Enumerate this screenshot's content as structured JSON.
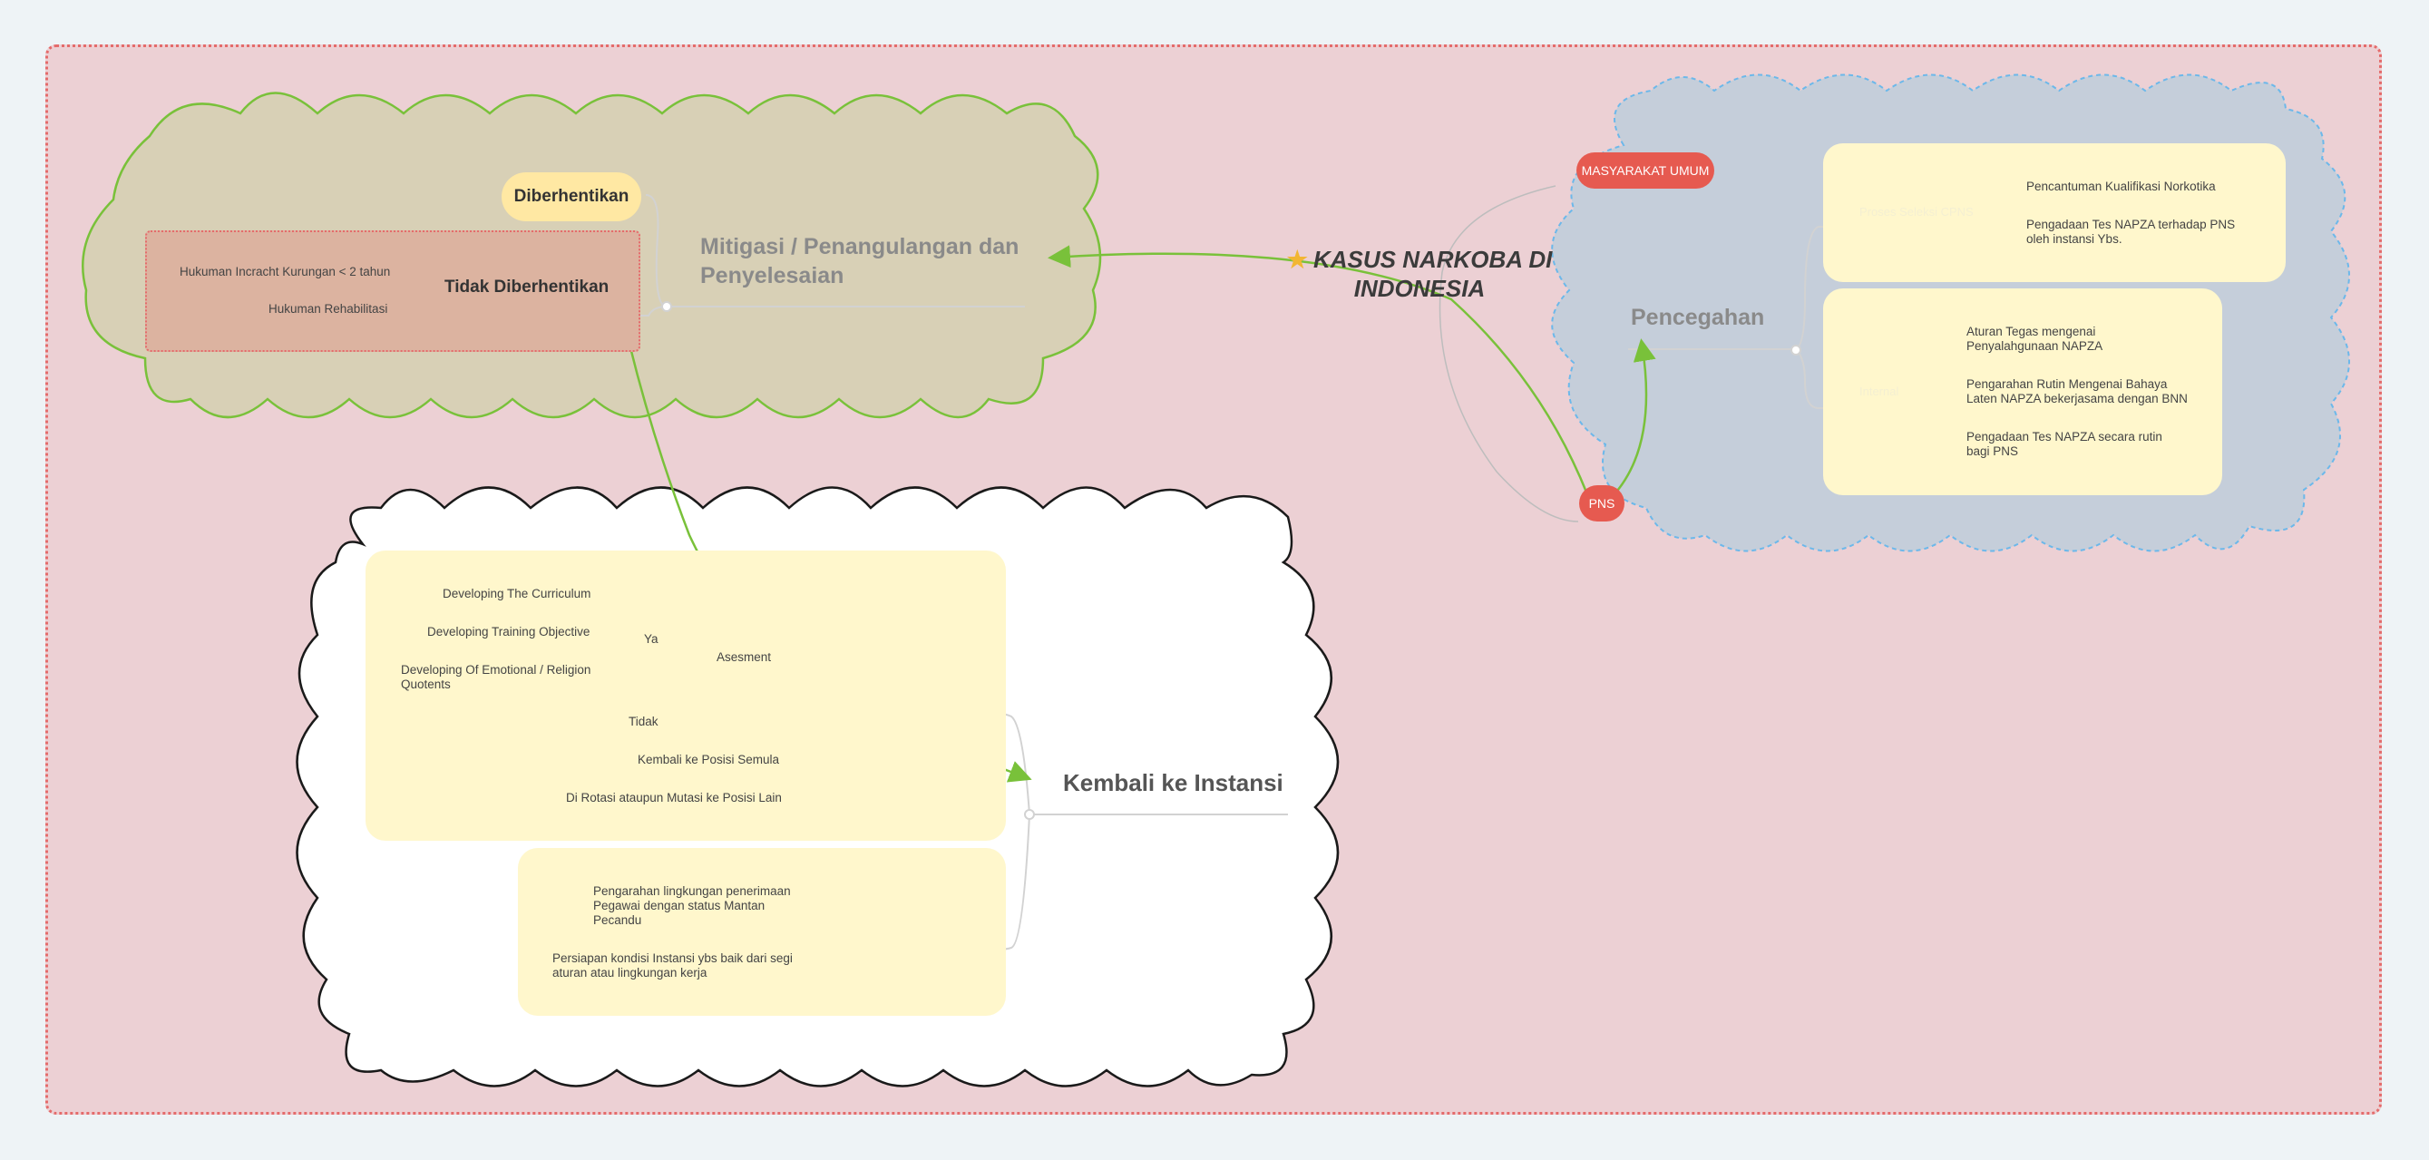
{
  "title": "KASUS NARKOBA DI INDONESIA",
  "title_icon": "star-icon",
  "colors": {
    "boundary": "#ecd0d4",
    "boundary_border": "#e46b6b",
    "cloud_green_fill": "#d8d0b6",
    "cloud_green_stroke": "#79c13a",
    "cloud_blue_fill": "#c5ceda",
    "cloud_blue_stroke": "#6cb8ea",
    "sticky_yellow": "#fff7cc",
    "pill_red": "#e65a50",
    "pill_yellow": "#ffe8a3",
    "arrow_green": "#79c13a"
  },
  "mitigasi": {
    "label": "Mitigasi / Penangulangan dan Penyelesaian",
    "diberhentikan": "Diberhentikan",
    "tidak_diberhentikan": "Tidak Diberhentikan",
    "items": [
      "Hukuman Incracht Kurungan < 2 tahun",
      "Hukuman Rehabilitasi"
    ]
  },
  "pencegahan": {
    "label": "Pencegahan",
    "masyarakat": "MASYARAKAT UMUM",
    "pns": "PNS",
    "group1": {
      "label": "Proses Seleksi CPNS",
      "items": [
        "Pencantuman Kualifikasi Norkotika",
        "Pengadaan Tes NAPZA terhadap PNS oleh instansi Ybs."
      ]
    },
    "group2": {
      "label": "Internal",
      "items": [
        "Aturan Tegas mengenai Penyalahgunaan NAPZA",
        "Pengarahan Rutin Mengenai Bahaya Laten NAPZA bekerjasama dengan BNN",
        "Pengadaan Tes NAPZA secara rutin bagi PNS"
      ]
    }
  },
  "kembali": {
    "label": "Kembali ke Instansi",
    "asesment": "Asesment",
    "ya": "Ya",
    "tidak": "Tidak",
    "ya_items": [
      "Developing The Curriculum",
      "Developing Training Objective",
      "Developing Of Emotional / Religion Quotents"
    ],
    "after": [
      "Kembali ke Posisi Semula",
      "Di Rotasi ataupun Mutasi ke Posisi Lain"
    ],
    "lingkungan": [
      "Pengarahan lingkungan penerimaan Pegawai dengan status Mantan Pecandu",
      "Persiapan kondisi Instansi ybs baik dari segi aturan atau lingkungan kerja"
    ]
  }
}
